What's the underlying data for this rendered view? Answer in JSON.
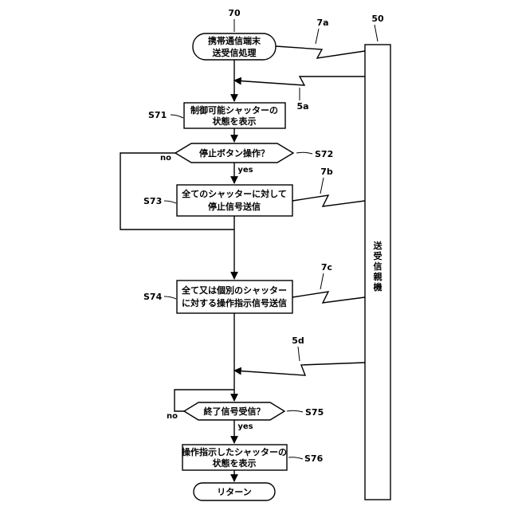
{
  "diagram": {
    "start": {
      "ref": "70",
      "lines": [
        "携帯通信端末",
        "送受信処理"
      ]
    },
    "s71": {
      "step": "S71",
      "lines": [
        "制御可能シャッターの",
        "状態を表示"
      ]
    },
    "s72": {
      "step": "S72",
      "text": "停止ボタン操作？",
      "no": "no",
      "yes": "yes"
    },
    "s73": {
      "step": "S73",
      "lines": [
        "全てのシャッターに対して",
        "停止信号送信"
      ]
    },
    "s74": {
      "step": "S74",
      "lines": [
        "全て又は個別のシャッター",
        "に対する操作指示信号送信"
      ]
    },
    "s75": {
      "step": "S75",
      "text": "終了信号受信？",
      "no": "no",
      "yes": "yes"
    },
    "s76": {
      "step": "S76",
      "lines": [
        "操作指示したシャッターの",
        "状態を表示"
      ]
    },
    "end": {
      "text": "リターン"
    },
    "device": {
      "ref": "50",
      "label": "送受信親機"
    },
    "links": {
      "a7": "7a",
      "a5": "5a",
      "b7": "7b",
      "c7": "7c",
      "d5": "5d"
    }
  }
}
